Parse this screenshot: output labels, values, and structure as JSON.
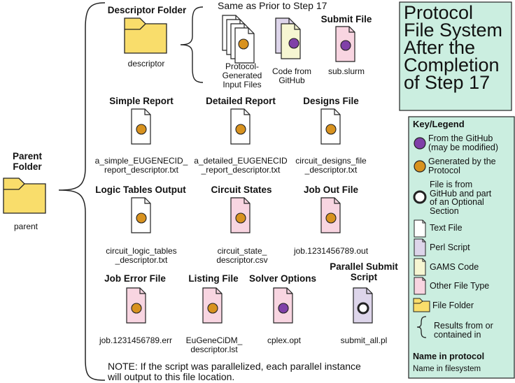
{
  "parent": {
    "heading": "Parent\nFolder",
    "name": "parent"
  },
  "descriptor": {
    "heading": "Descriptor Folder",
    "name": "descriptor"
  },
  "same_as": "Same as Prior to Step 17",
  "submit_file": {
    "heading": "Submit File",
    "name": "sub.slurm"
  },
  "protocol_inputs": "Protocol-\nGenerated\nInput Files",
  "code_github": "Code from\nGitHub",
  "files": [
    {
      "heading": "Simple Report",
      "name": "a_simple_EUGENECID_\nreport_descriptor.txt"
    },
    {
      "heading": "Detailed Report",
      "name": "a_detailed_EUGENECID\n_report_descriptor.txt"
    },
    {
      "heading": "Designs File",
      "name": "circuit_designs_file\n_descriptor.txt"
    },
    {
      "heading": "Logic Tables Output",
      "name": "circuit_logic_tables\n_descriptor.txt"
    },
    {
      "heading": "Circuit States",
      "name": "circuit_state_\ndescriptor.csv"
    },
    {
      "heading": "Job Out File",
      "name": "job.1231456789.out"
    },
    {
      "heading": "Job Error File",
      "name": "job.1231456789.err"
    },
    {
      "heading": "Listing File",
      "name": "EuGeneCiDM_\ndescriptor.lst"
    },
    {
      "heading": "Solver Options",
      "name": "cplex.opt"
    },
    {
      "heading": "Parallel Submit\nScript",
      "name": "submit_all.pl"
    }
  ],
  "note": "NOTE: If the script was parallelized, each parallel instance\nwill output to this file location.",
  "title": "Protocol\nFile System\nAfter the\nCompletion\nof Step 17",
  "legend": {
    "heading": "Key/Legend",
    "from_github": "From the GitHub\n(may be modified)",
    "generated": "Generated by the\nProtocol",
    "optional": "File is from\nGitHub and part\nof an Optional\nSection",
    "text_file": "Text File",
    "perl_script": "Perl Script",
    "gams_code": "GAMS Code",
    "other_file": "Other File Type",
    "file_folder": "File Folder",
    "results": "Results from or\ncontained in",
    "name_protocol": "Name in protocol",
    "name_filesystem": "Name in filesystem"
  },
  "colors": {
    "folder": "#f9dd6b",
    "text_file": "#ffffff",
    "perl_script": "#ddd5ea",
    "gams_code": "#f6f6d2",
    "other_file": "#f8d5e1",
    "orange_dot": "#d8921f",
    "purple_dot": "#8040a8",
    "panel": "#cbeee0"
  }
}
